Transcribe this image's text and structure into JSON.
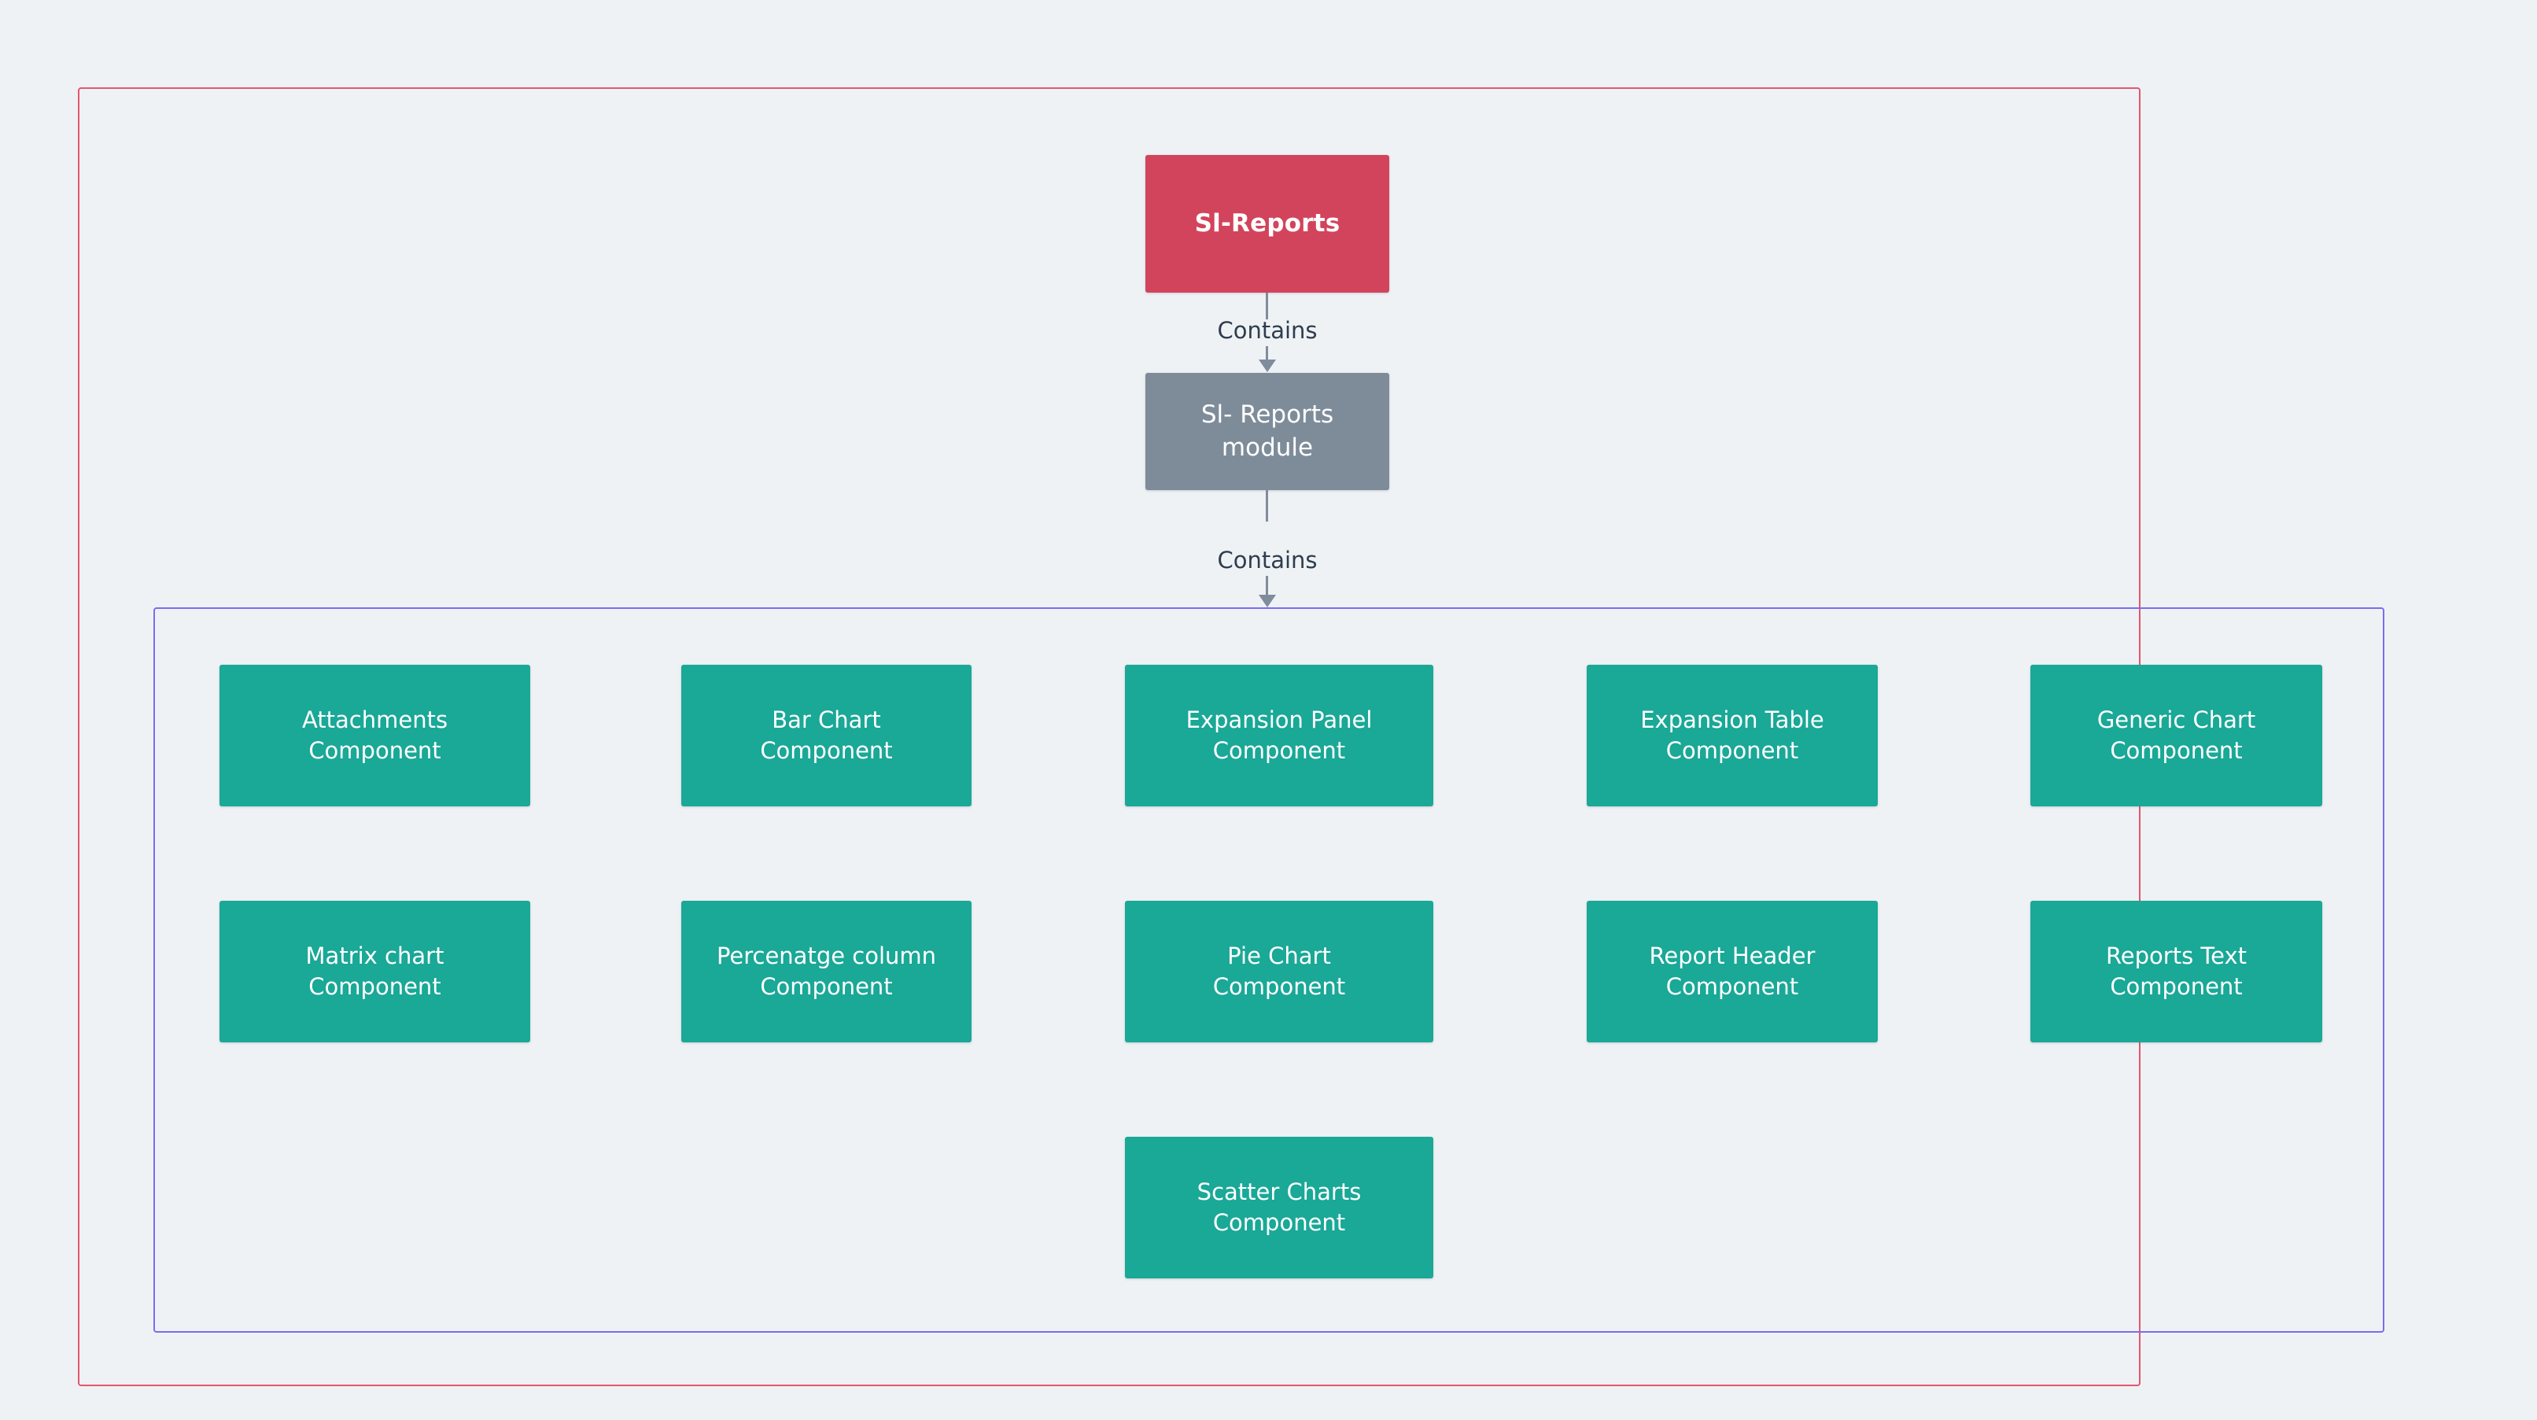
{
  "diagram": {
    "background_color": "#eff2f5",
    "outer_container": {
      "name": "outer-boundary",
      "border_color": "#e4566e"
    },
    "inner_container": {
      "name": "components-boundary",
      "border_color": "#7b6cf0"
    },
    "root_node": {
      "label": "Sl-Reports",
      "color": "#d2445c",
      "text_color": "#ffffff"
    },
    "module_node": {
      "label": "Sl- Reports\nmodule",
      "color": "#7e8c9a",
      "text_color": "#ffffff"
    },
    "edges": [
      {
        "label": "Contains",
        "from": "Sl-Reports",
        "to": "Sl- Reports module",
        "text_color": "#2e3d4d"
      },
      {
        "label": "Contains",
        "from": "Sl- Reports module",
        "to": "components-boundary",
        "text_color": "#2e3d4d"
      }
    ],
    "component_color": "#1aa897",
    "component_text_color": "#ffffff",
    "components": [
      {
        "label": "Attachments\nComponent",
        "row": 1,
        "col": 1
      },
      {
        "label": "Bar Chart\nComponent",
        "row": 1,
        "col": 2
      },
      {
        "label": "Expansion Panel\nComponent",
        "row": 1,
        "col": 3
      },
      {
        "label": "Expansion Table\nComponent",
        "row": 1,
        "col": 4
      },
      {
        "label": "Generic Chart\nComponent",
        "row": 1,
        "col": 5
      },
      {
        "label": "Matrix chart\nComponent",
        "row": 2,
        "col": 1
      },
      {
        "label": "Percenatge column\nComponent",
        "row": 2,
        "col": 2
      },
      {
        "label": "Pie Chart\nComponent",
        "row": 2,
        "col": 3
      },
      {
        "label": "Report Header\nComponent",
        "row": 2,
        "col": 4
      },
      {
        "label": "Reports Text\nComponent",
        "row": 2,
        "col": 5
      },
      {
        "label": "Scatter Charts\nComponent",
        "row": 3,
        "col": 3
      }
    ]
  }
}
